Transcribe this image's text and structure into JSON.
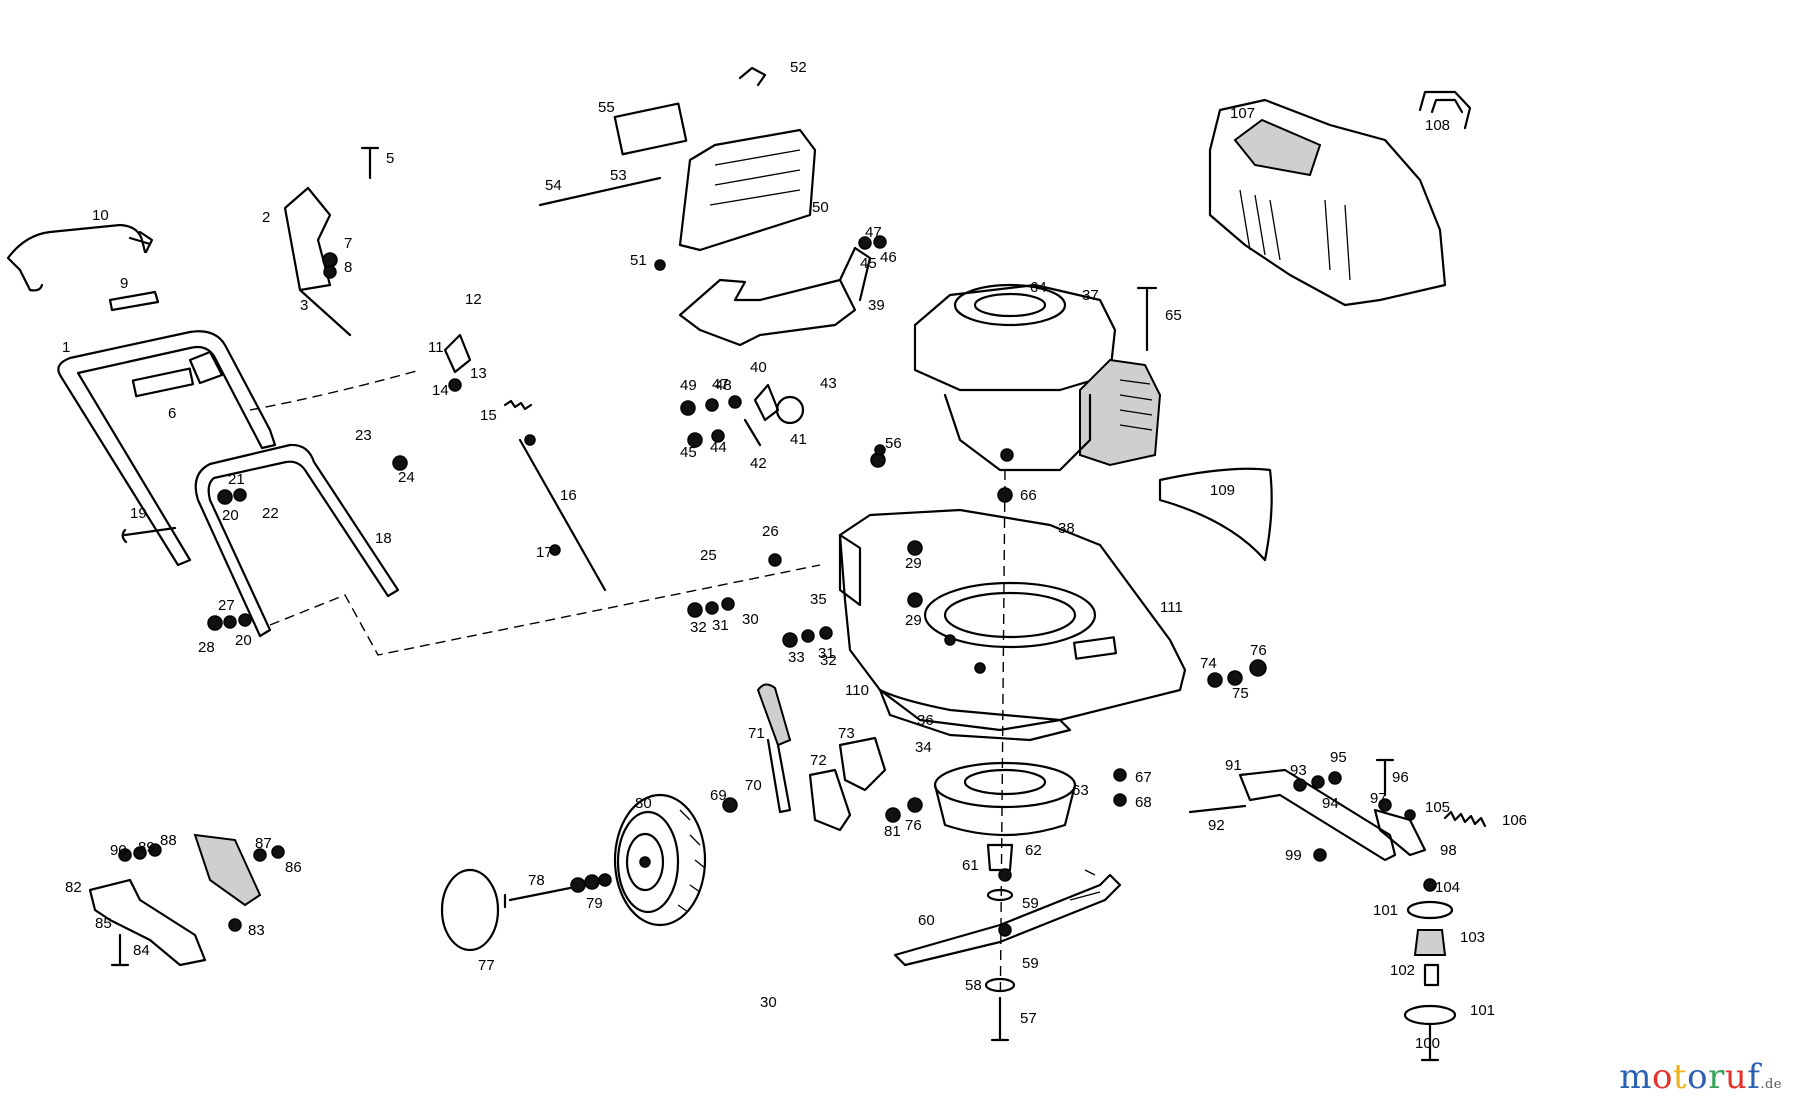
{
  "brand": {
    "letters": [
      {
        "ch": "m",
        "color": "#2b61b5"
      },
      {
        "ch": "o",
        "color": "#e3322b"
      },
      {
        "ch": "t",
        "color": "#f0b21c"
      },
      {
        "ch": "o",
        "color": "#2b61b5"
      },
      {
        "ch": "r",
        "color": "#3aa35a"
      },
      {
        "ch": "u",
        "color": "#e3322b"
      },
      {
        "ch": "f",
        "color": "#2b61b5"
      }
    ],
    "tld": ".de"
  },
  "part_labels": [
    "1",
    "2",
    "3",
    "5",
    "6",
    "7",
    "8",
    "9",
    "10",
    "11",
    "12",
    "13",
    "14",
    "15",
    "16",
    "17",
    "18",
    "19",
    "20",
    "20",
    "21",
    "22",
    "23",
    "24",
    "25",
    "26",
    "27",
    "28",
    "29",
    "29",
    "30",
    "30",
    "31",
    "31",
    "32",
    "32",
    "33",
    "34",
    "35",
    "36",
    "37",
    "38",
    "39",
    "40",
    "41",
    "42",
    "43",
    "44",
    "45",
    "45",
    "46",
    "47",
    "47",
    "48",
    "49",
    "50",
    "51",
    "52",
    "53",
    "54",
    "55",
    "56",
    "57",
    "58",
    "59",
    "59",
    "60",
    "61",
    "62",
    "63",
    "64",
    "65",
    "66",
    "67",
    "68",
    "69",
    "70",
    "71",
    "72",
    "73",
    "74",
    "75",
    "76",
    "76",
    "77",
    "78",
    "79",
    "80",
    "81",
    "82",
    "83",
    "84",
    "85",
    "86",
    "87",
    "88",
    "89",
    "90",
    "91",
    "92",
    "93",
    "94",
    "95",
    "96",
    "97",
    "98",
    "99",
    "100",
    "101",
    "101",
    "102",
    "103",
    "104",
    "105",
    "106",
    "107",
    "108",
    "109",
    "110",
    "111"
  ]
}
